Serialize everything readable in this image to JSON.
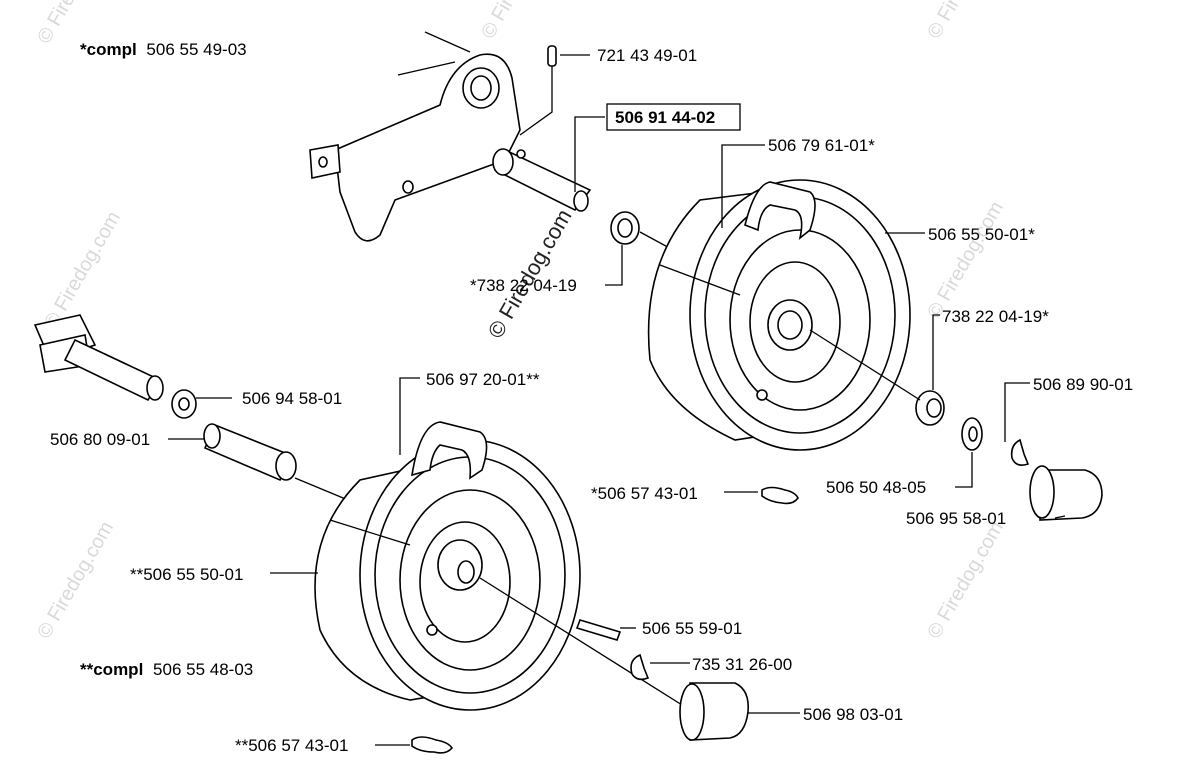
{
  "watermarks": {
    "corner": "© Firedog.com",
    "center": "© Firedog.com"
  },
  "assemblies": {
    "upper": {
      "prefix": "*compl",
      "number": "506 55 49-03"
    },
    "lower": {
      "prefix": "**compl",
      "number": "506 55 48-03"
    }
  },
  "callouts": {
    "pin": "721 43 49-01",
    "axle_boxed": "506 91 44-02",
    "upper_rim": "506 79 61-01*",
    "upper_tire": "506 55 50-01*",
    "upper_bearing_inner": "*738 22 04-19",
    "upper_bearing_outer": "738 22 04-19*",
    "upper_clip": "506 89 90-01",
    "upper_washer": "506 50 48-05",
    "upper_cap": "506 95 58-01",
    "upper_valve": "*506 57 43-01",
    "lower_washer": "506 94 58-01",
    "lower_spacer": "506 80 09-01",
    "lower_rim": "506 97 20-01**",
    "lower_tire": "**506 55 50-01",
    "lower_key": "506 55 59-01",
    "lower_clip": "735 31 26-00",
    "lower_cap": "506 98 03-01",
    "lower_valve": "**506 57 43-01"
  }
}
